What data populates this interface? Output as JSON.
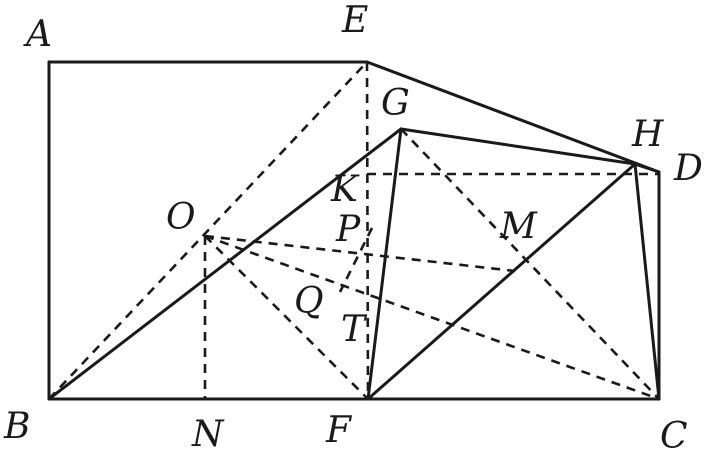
{
  "figure": {
    "points": {
      "A": "A",
      "E": "E",
      "G": "G",
      "H": "H",
      "D": "D",
      "K": "K",
      "O": "O",
      "P": "P",
      "M": "M",
      "Q": "Q",
      "T": "T",
      "B": "B",
      "N": "N",
      "F": "F",
      "C": "C"
    },
    "solid_segments": [
      "AE",
      "AB",
      "BC",
      "CD",
      "EH",
      "HD",
      "GH",
      "BG",
      "GF",
      "FH",
      "HC"
    ],
    "dashed_segments": [
      "BE",
      "EF",
      "ON",
      "OC",
      "OF",
      "OM",
      "GC",
      "KD",
      "PQ"
    ]
  }
}
